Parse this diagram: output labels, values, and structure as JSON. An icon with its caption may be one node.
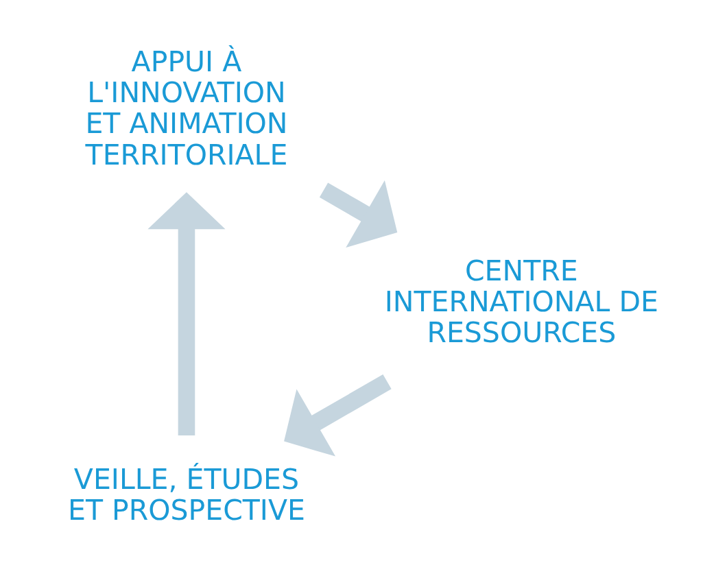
{
  "diagram": {
    "nodes": [
      {
        "text": [
          "VEILLE, ÉTUDES ET PROSPECTIVE"
        ]
      },
      {
        "text": [
          "APPUI À L'INNOVATION ET ANIMATION TERRITORIALE"
        ]
      },
      {
        "text": [
          "CENTRE INTERNATIONAL DE RESSOURCES"
        ]
      }
    ],
    "edges": [
      {
        "from": 0,
        "to": 1,
        "arrow": "to"
      },
      {
        "from": 1,
        "to": 2,
        "arrow": "to"
      },
      {
        "from": 2,
        "to": 0,
        "arrow": "to"
      }
    ]
  }
}
